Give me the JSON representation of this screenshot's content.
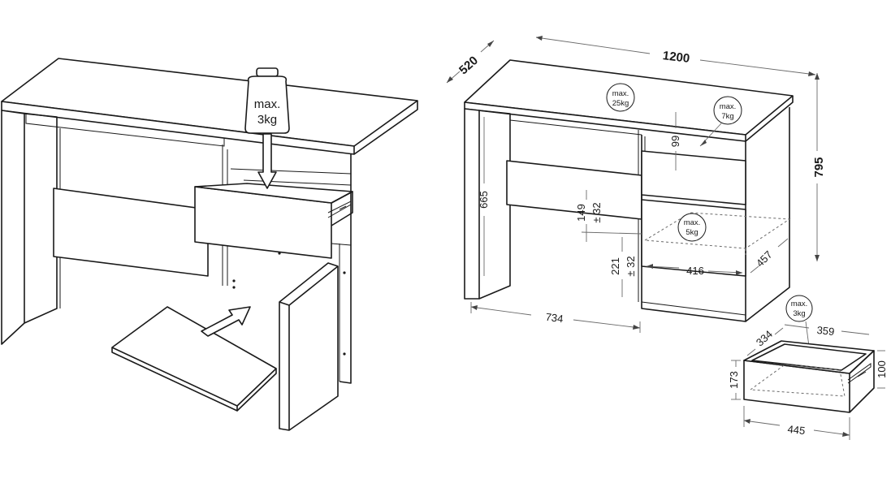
{
  "weights": {
    "weight_top": [
      "max.",
      "3kg"
    ],
    "desktop_max": [
      "max.",
      "25kg"
    ],
    "shelf_max": [
      "max.",
      "7kg"
    ],
    "drawer_box_max": [
      "max.",
      "5kg"
    ],
    "drawer_detail_max": [
      "max.",
      "3kg"
    ]
  },
  "dimensions": {
    "width": "1200",
    "depth": "520",
    "height": "795",
    "inner_height": "665",
    "shelf_gap": "99",
    "upper_offset": "149",
    "upper_tol": "± 32",
    "lower_offset": "221",
    "lower_tol": "± 32",
    "knee_width": "734",
    "drawer_width": "416",
    "drawer_depth": "457",
    "detail_depth": "334",
    "detail_width_top": "359",
    "detail_height_side": "100",
    "detail_height_left": "173",
    "detail_width_bottom": "445"
  }
}
